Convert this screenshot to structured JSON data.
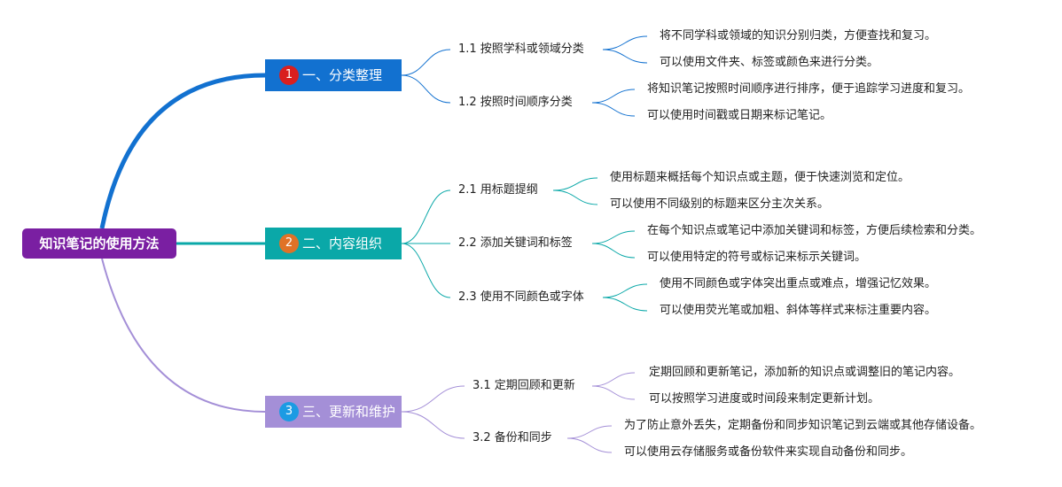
{
  "root": {
    "label": "知识笔记的使用方法"
  },
  "branches": [
    {
      "number": "1",
      "label": "一、分类整理",
      "subs": [
        {
          "label": "1.1 按照学科或领域分类",
          "leaves": [
            "将不同学科或领域的知识分别归类，方便查找和复习。",
            "可以使用文件夹、标签或颜色来进行分类。"
          ]
        },
        {
          "label": "1.2 按照时间顺序分类",
          "leaves": [
            "将知识笔记按照时间顺序进行排序，便于追踪学习进度和复习。",
            "可以使用时间戳或日期来标记笔记。"
          ]
        }
      ]
    },
    {
      "number": "2",
      "label": "二、内容组织",
      "subs": [
        {
          "label": "2.1 用标题提纲",
          "leaves": [
            "使用标题来概括每个知识点或主题，便于快速浏览和定位。",
            "可以使用不同级别的标题来区分主次关系。"
          ]
        },
        {
          "label": "2.2 添加关键词和标签",
          "leaves": [
            "在每个知识点或笔记中添加关键词和标签，方便后续检索和分类。",
            "可以使用特定的符号或标记来标示关键词。"
          ]
        },
        {
          "label": "2.3 使用不同颜色或字体",
          "leaves": [
            "使用不同颜色或字体突出重点或难点，增强记忆效果。",
            "可以使用荧光笔或加粗、斜体等样式来标注重要内容。"
          ]
        }
      ]
    },
    {
      "number": "3",
      "label": "三、更新和维护",
      "subs": [
        {
          "label": "3.1 定期回顾和更新",
          "leaves": [
            "定期回顾和更新笔记，添加新的知识点或调整旧的笔记内容。",
            "可以按照学习进度或时间段来制定更新计划。"
          ]
        },
        {
          "label": "3.2 备份和同步",
          "leaves": [
            "为了防止意外丢失，定期备份和同步知识笔记到云端或其他存储设备。",
            "可以使用云存储服务或备份软件来实现自动备份和同步。"
          ]
        }
      ]
    }
  ],
  "colors": {
    "root": "#7a1fa2",
    "branch1": "#1271d0",
    "branch2": "#0aa8a8",
    "branch3": "#a48fd7",
    "badge1": "#d91f1f",
    "badge2": "#e07227",
    "badge3": "#1c9be3"
  }
}
